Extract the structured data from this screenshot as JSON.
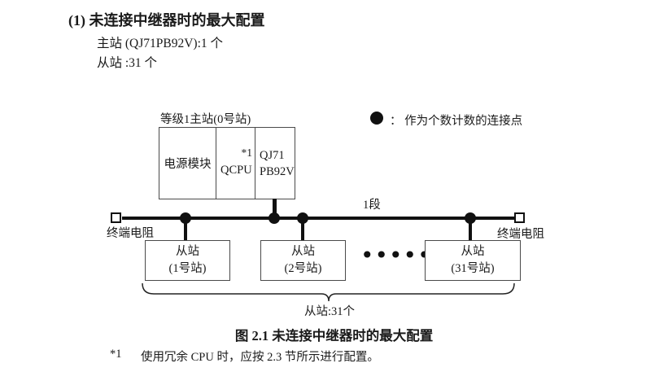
{
  "page": {
    "heading": "(1) 未连接中继器时的最大配置",
    "master_count_line": "主站 (QJ71PB92V):1 个",
    "slave_count_line": "从站 :31 个",
    "figure_caption": "图 2.1 未连接中继器时的最大配置",
    "footnote": {
      "marker": "*1",
      "text": "使用冗余 CPU 时，应按 2.3 节所示进行配置。"
    }
  },
  "diagram": {
    "master": {
      "label": "等级1主站(0号站)",
      "module_power": "电源模块",
      "module_cpu": "QCPU",
      "module_cpu_note": "*1",
      "module_pb_line1": "QJ71",
      "module_pb_line2": "PB92V"
    },
    "legend": {
      "symbol": "filled-circle",
      "text": "：  作为个数计数的连接点"
    },
    "segment_label": "1段",
    "terminator_left_label": "终端电阻",
    "terminator_right_label": "终端电阻",
    "slaves": [
      {
        "line1": "从站",
        "line2": "(1号站)"
      },
      {
        "line1": "从站",
        "line2": "(2号站)"
      },
      {
        "line1": "从站",
        "line2": "(31号站)"
      }
    ],
    "ellipsis": "••••••",
    "brace_label": "从站:31个",
    "connection_point_count": 4,
    "colors": {
      "line": "#111111",
      "text": "#1a1a1a",
      "border": "#4a4a4a",
      "background": "#ffffff"
    }
  }
}
